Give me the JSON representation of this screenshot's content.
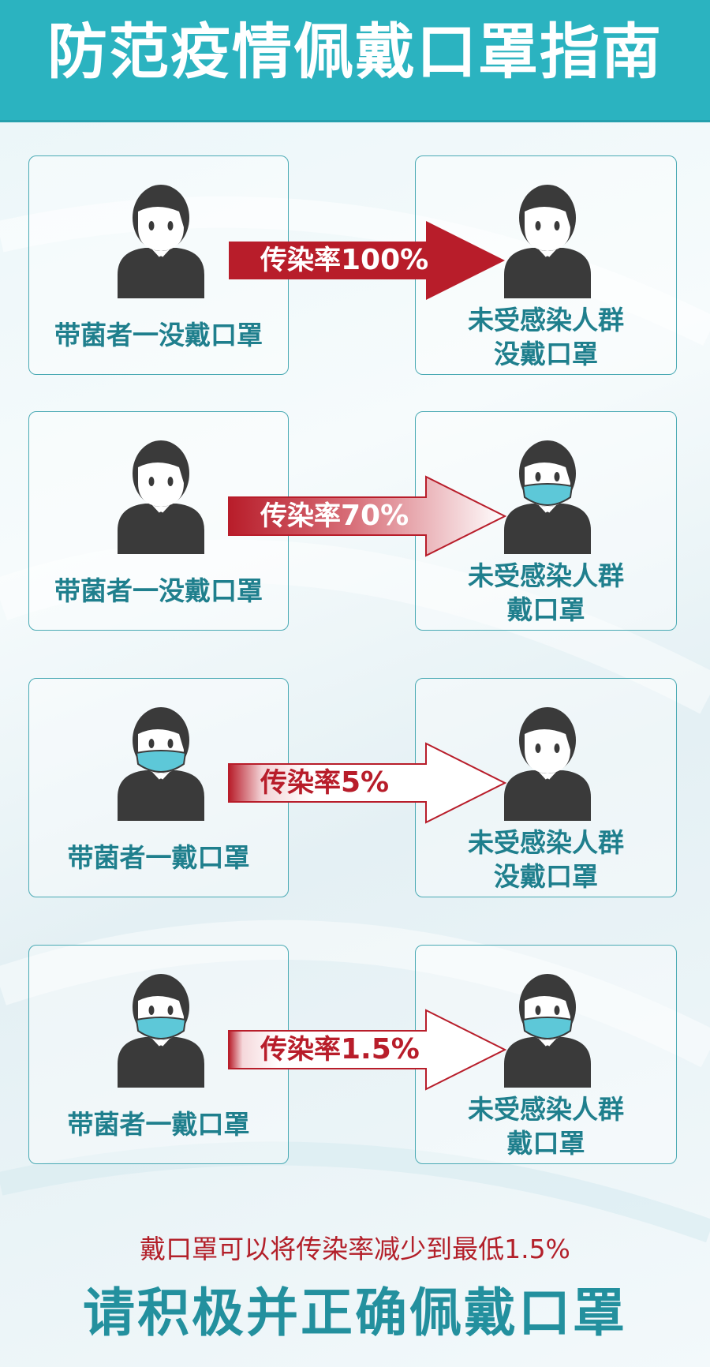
{
  "title": "防范疫情佩戴口罩指南",
  "rows": [
    {
      "carrier": "带菌者一没戴口罩",
      "rate_label": "传染率",
      "rate_value": "100%",
      "recipient_line1": "未受感染人群",
      "recipient_line2": "没戴口罩",
      "carrier_mask": false,
      "recipient_mask": false
    },
    {
      "carrier": "带菌者一没戴口罩",
      "rate_label": "传染率",
      "rate_value": "70%",
      "recipient_line1": "未受感染人群",
      "recipient_line2": "戴口罩",
      "carrier_mask": false,
      "recipient_mask": true
    },
    {
      "carrier": "带菌者一戴口罩",
      "rate_label": "传染率",
      "rate_value": "5%",
      "recipient_line1": "未受感染人群",
      "recipient_line2": "没戴口罩",
      "carrier_mask": true,
      "recipient_mask": false
    },
    {
      "carrier": "带菌者一戴口罩",
      "rate_label": "传染率",
      "rate_value": "1.5%",
      "recipient_line1": "未受感染人群",
      "recipient_line2": "戴口罩",
      "carrier_mask": true,
      "recipient_mask": true
    }
  ],
  "footer": {
    "note": "戴口罩可以将传染率减少到最低1.5%",
    "slogan": "请积极并正确佩戴口罩"
  },
  "colors": {
    "header": "#2bb3c0",
    "label_teal": "#1f7f8d",
    "arrow_red": "#b81d2a",
    "person": "#3a3a3a",
    "mask": "#5dc8d8",
    "footer_red": "#b3202a"
  }
}
